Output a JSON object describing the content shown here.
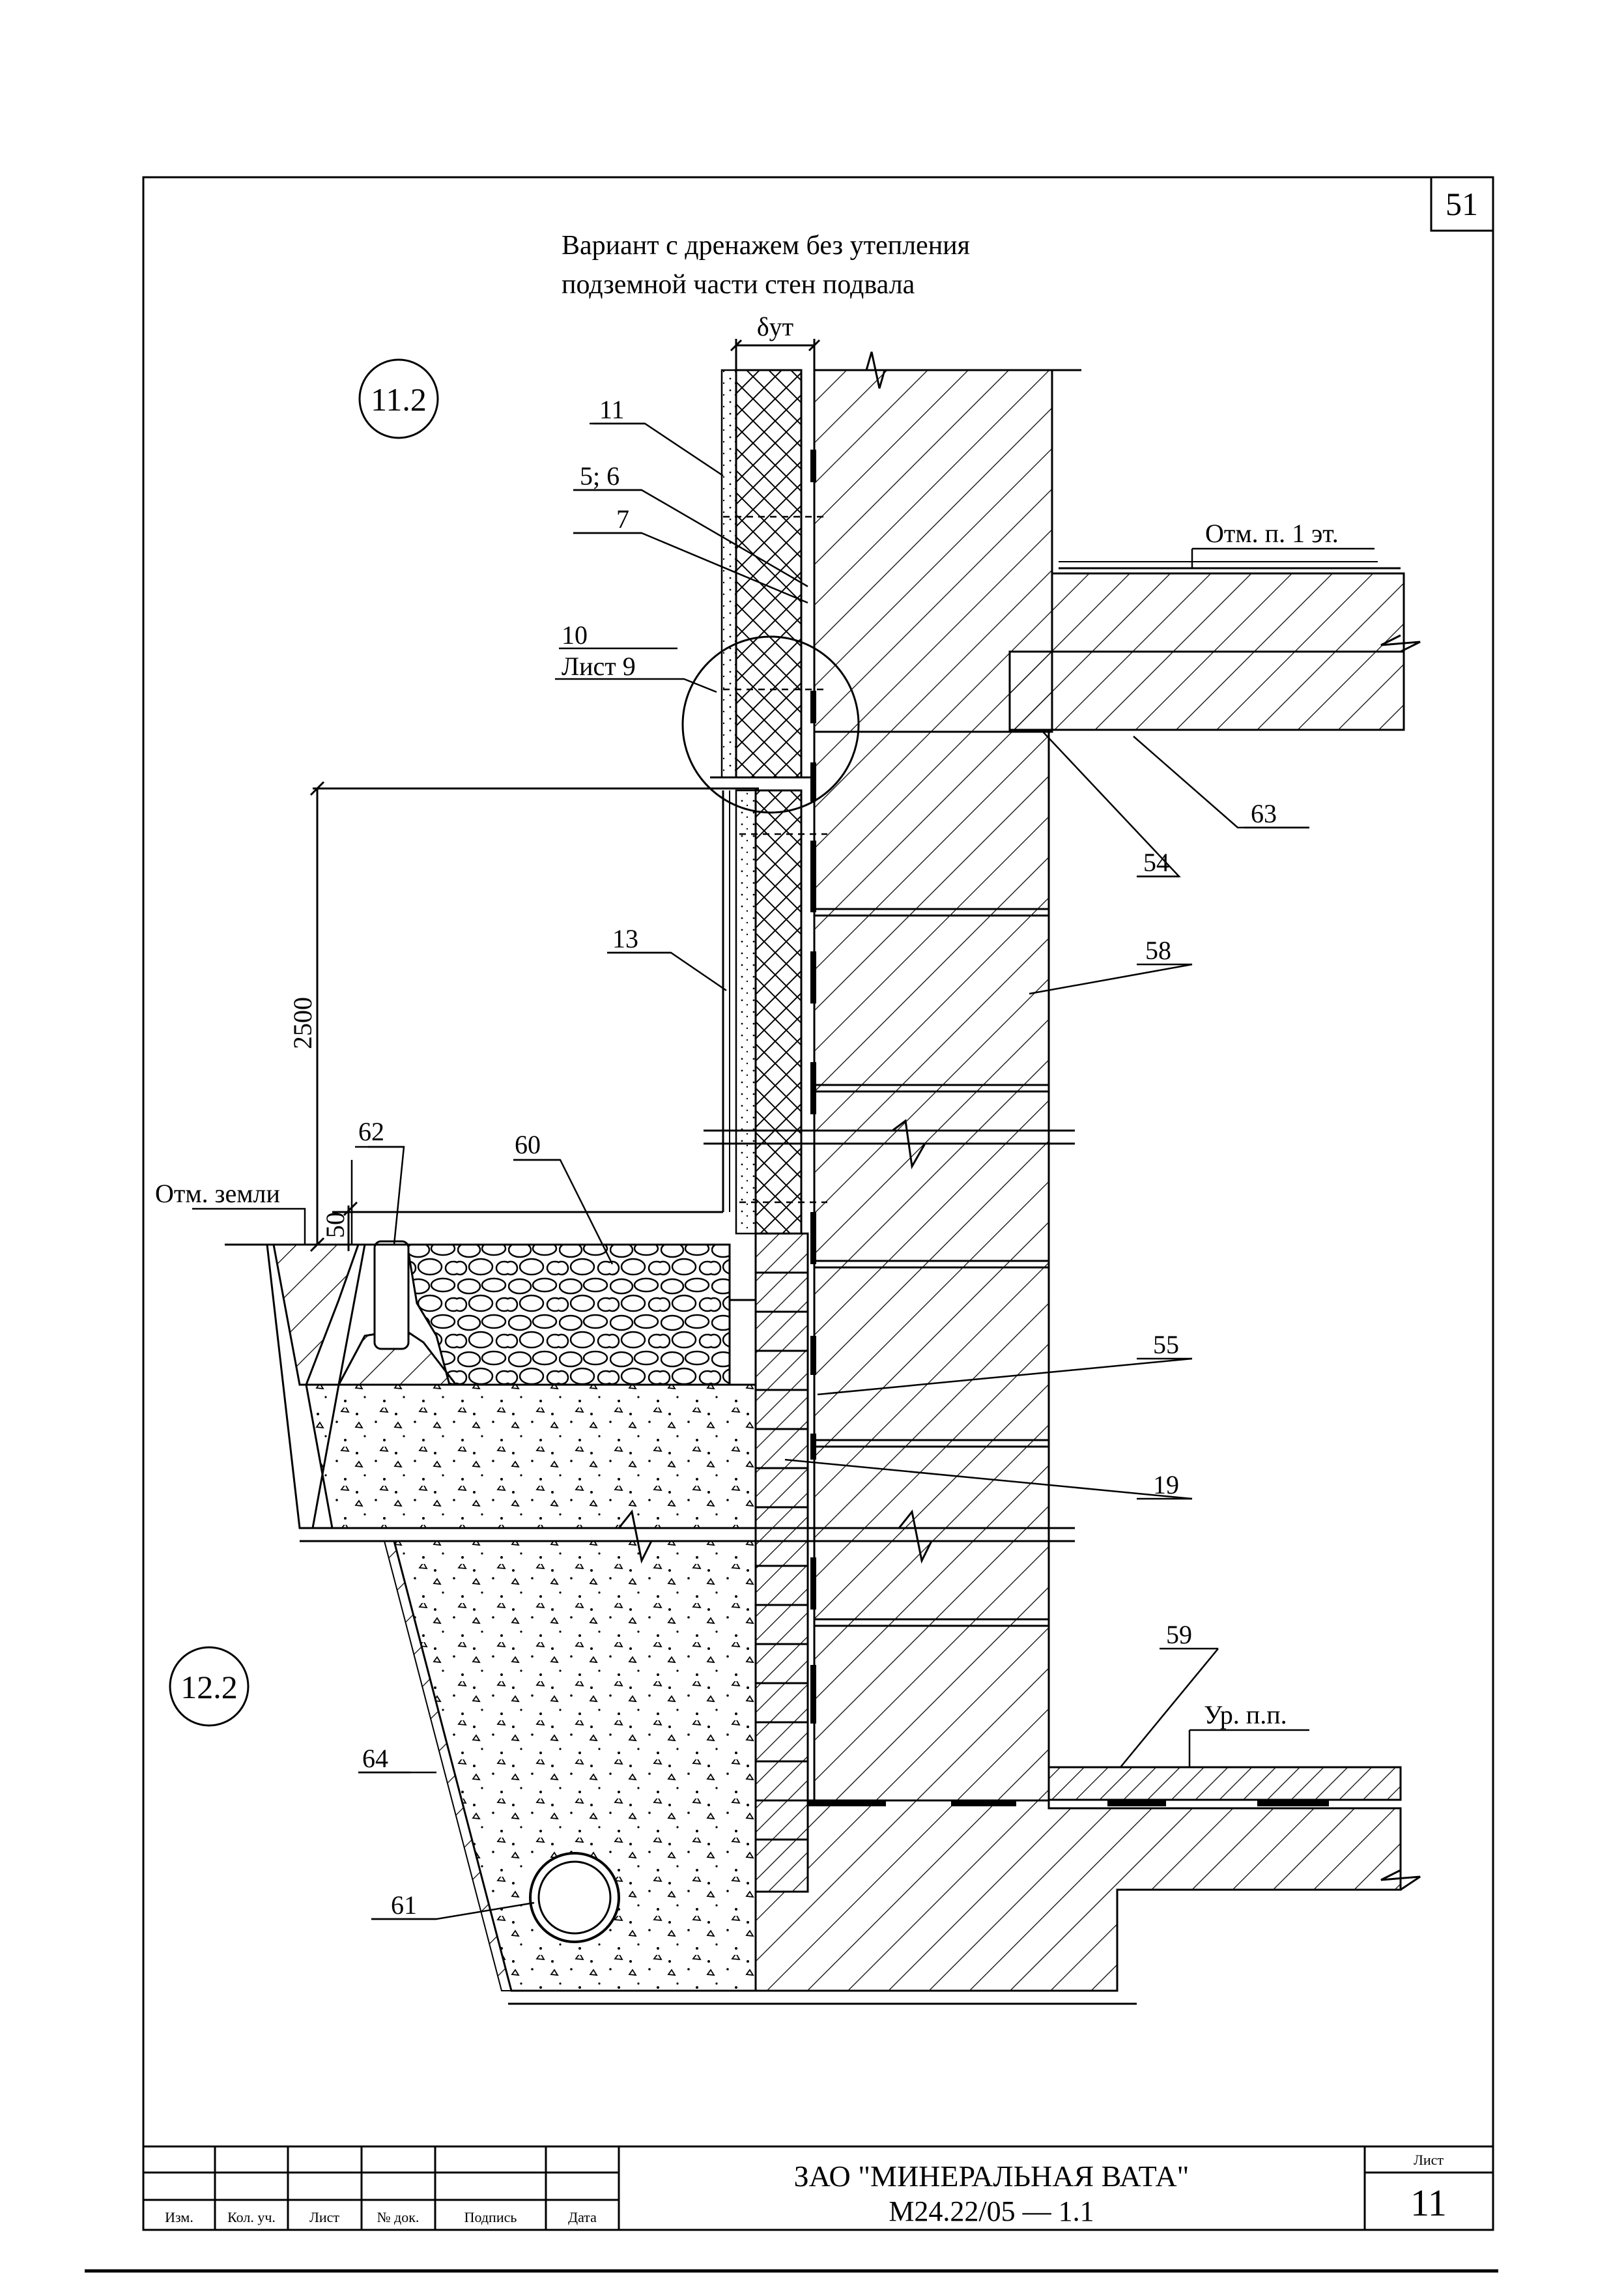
{
  "sheet_number_top": "51",
  "title": {
    "line1": "Вариант с дренажем без утепления",
    "line2": "подземной части стен подвала"
  },
  "callouts": {
    "c1": "11.2",
    "c2": "12.2"
  },
  "insulation_label": "δут",
  "labels": {
    "l11": "11",
    "l56": "5; 6",
    "l7": "7",
    "l10": "10",
    "list9": "Лист 9",
    "l13": "13",
    "l62": "62",
    "l60": "60",
    "l63": "63",
    "l54": "54",
    "l58": "58",
    "l55": "55",
    "l19": "19",
    "l59": "59",
    "l64": "64",
    "l61": "61"
  },
  "levels": {
    "floor1": "Отм. п. 1 эт.",
    "ground": "Отм. земли",
    "floor_level": "Ур. п.п."
  },
  "dimensions": {
    "height": "2500",
    "offset": "50"
  },
  "title_block": {
    "columns": [
      "Изм.",
      "Кол. уч.",
      "Лист",
      "№ док.",
      "Подпись",
      "Дата"
    ],
    "organization": "ЗАО \"МИНЕРАЛЬНАЯ ВАТА\"",
    "document_code": "М24.22/05 — 1.1",
    "sheet_label": "Лист",
    "sheet_value": "11"
  }
}
